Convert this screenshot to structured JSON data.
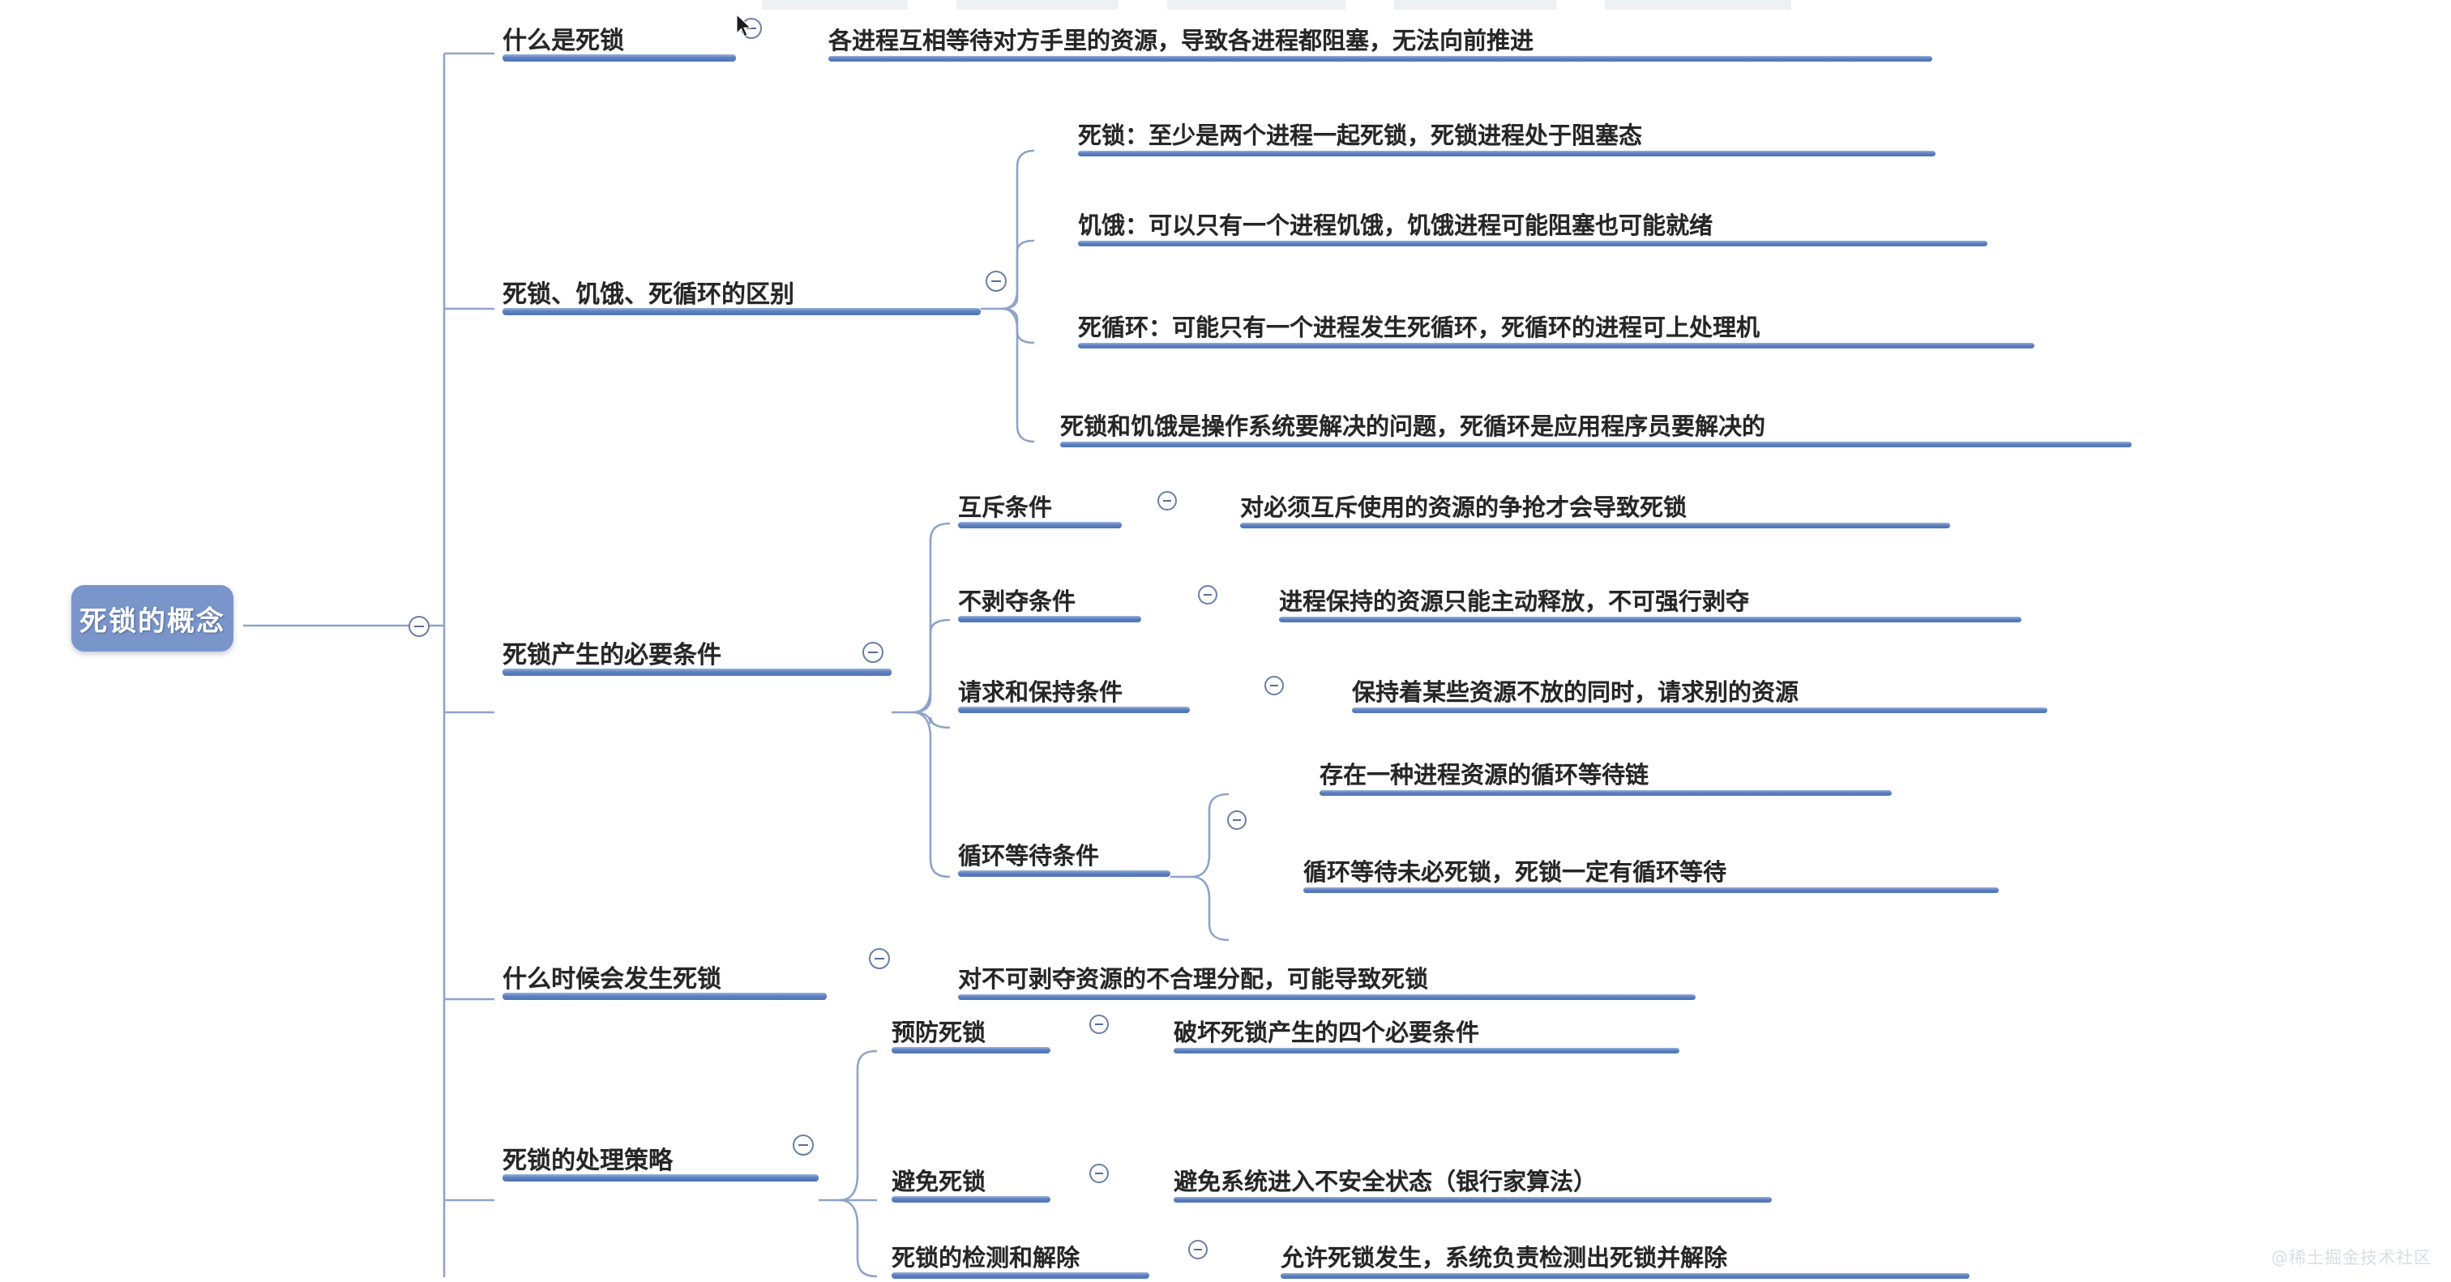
{
  "root": {
    "label": "死锁的概念",
    "color": "#7a95ca"
  },
  "watermark": "@稀土掘金技术社区",
  "icons": {
    "toggle": "collapse-toggle-icon",
    "cursor": "mouse-cursor"
  },
  "branches": [
    {
      "id": "what-is-deadlock",
      "label": "什么是死锁",
      "children": [
        {
          "label": "各进程互相等待对方手里的资源，导致各进程都阻塞，无法向前推进"
        }
      ]
    },
    {
      "id": "differences",
      "label": "死锁、饥饿、死循环的区别",
      "children": [
        {
          "label": "死锁：至少是两个进程一起死锁，死锁进程处于阻塞态"
        },
        {
          "label": "饥饿：可以只有一个进程饥饿，饥饿进程可能阻塞也可能就绪"
        },
        {
          "label": "死循环：可能只有一个进程发生死循环，死循环的进程可上处理机"
        },
        {
          "label": "死锁和饥饿是操作系统要解决的问题，死循环是应用程序员要解决的"
        }
      ]
    },
    {
      "id": "necessary-conditions",
      "label": "死锁产生的必要条件",
      "children": [
        {
          "label": "互斥条件",
          "detail": "对必须互斥使用的资源的争抢才会导致死锁"
        },
        {
          "label": "不剥夺条件",
          "detail": "进程保持的资源只能主动释放，不可强行剥夺"
        },
        {
          "label": "请求和保持条件",
          "detail": "保持着某些资源不放的同时，请求别的资源"
        },
        {
          "label": "循环等待条件",
          "details": [
            "存在一种进程资源的循环等待链",
            "循环等待未必死锁，死锁一定有循环等待"
          ]
        }
      ]
    },
    {
      "id": "when-deadlock",
      "label": "什么时候会发生死锁",
      "children": [
        {
          "label": "对不可剥夺资源的不合理分配，可能导致死锁"
        }
      ]
    },
    {
      "id": "handling-strategies",
      "label": "死锁的处理策略",
      "children": [
        {
          "label": "预防死锁",
          "detail": "破坏死锁产生的四个必要条件"
        },
        {
          "label": "避免死锁",
          "detail": "避免系统进入不安全状态（银行家算法）"
        },
        {
          "label": "死锁的检测和解除",
          "detail": "允许死锁发生，系统负责检测出死锁并解除"
        }
      ]
    }
  ]
}
